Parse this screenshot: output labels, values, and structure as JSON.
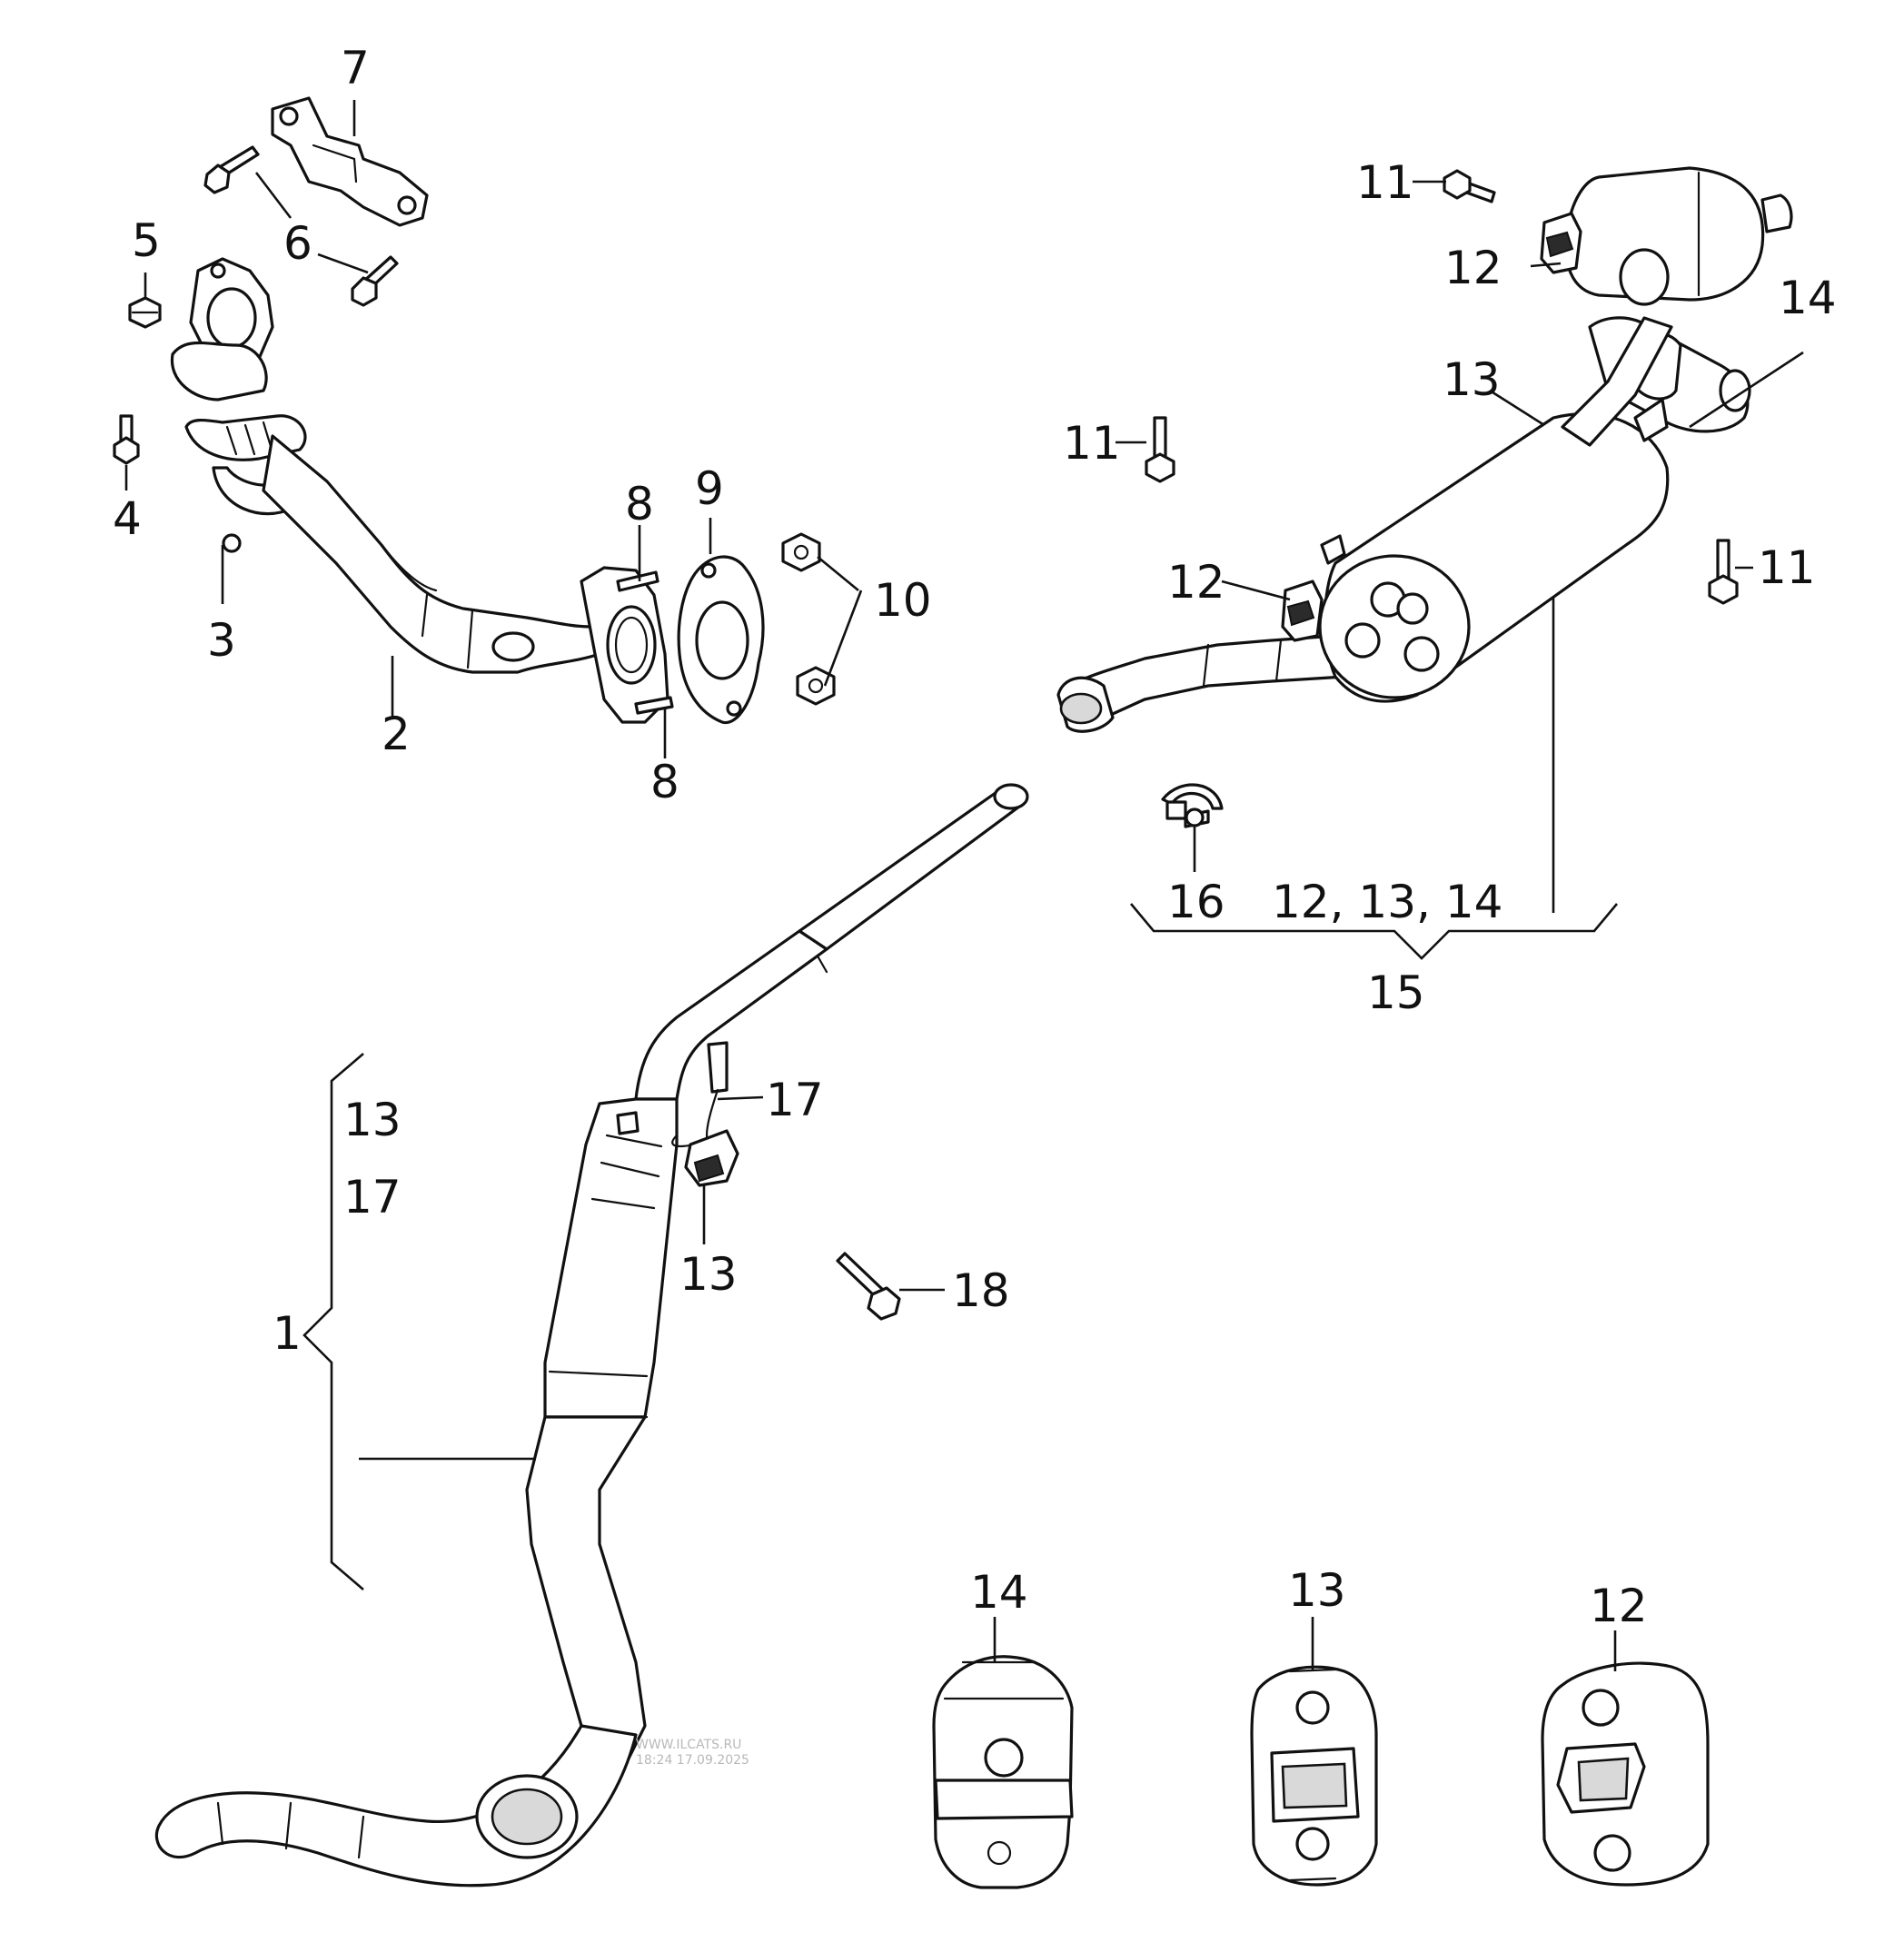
{
  "callouts": {
    "c1": "1",
    "c2": "2",
    "c3": "3",
    "c4": "4",
    "c5": "5",
    "c6": "6",
    "c7": "7",
    "c8a": "8",
    "c8b": "8",
    "c9": "9",
    "c10": "10",
    "c11a": "11",
    "c11b": "11",
    "c11c": "11",
    "c12a": "12",
    "c12b": "12",
    "c13a": "13",
    "c14a": "14",
    "c15": "15",
    "c16": "16",
    "c15_group": "12, 13, 14",
    "c1_group_a": "13",
    "c1_group_b": "17",
    "c13b": "13",
    "c17": "17",
    "c18": "18",
    "detail_14": "14",
    "detail_13": "13",
    "detail_12": "12"
  },
  "watermark": {
    "line1": "WWW.ILCATS.RU",
    "line2": "18:24 17.09.2025"
  }
}
